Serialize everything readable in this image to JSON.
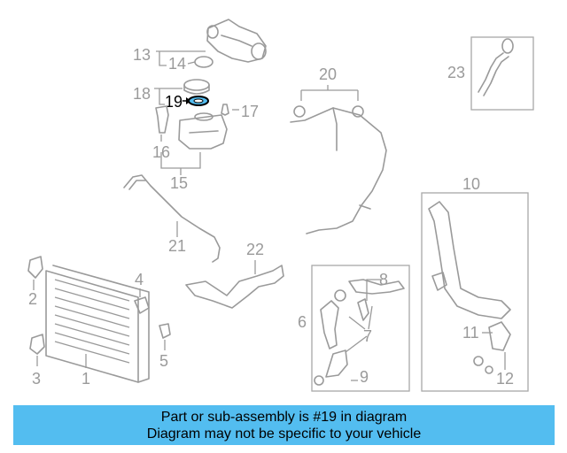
{
  "diagram": {
    "callouts": [
      "1",
      "2",
      "3",
      "4",
      "5",
      "6",
      "7",
      "8",
      "9",
      "10",
      "11",
      "12",
      "13",
      "14",
      "15",
      "16",
      "17",
      "18",
      "19",
      "20",
      "21",
      "22",
      "23"
    ],
    "highlighted_callout": "19",
    "highlight_color": "#53bdf0"
  },
  "banner": {
    "line1": "Part or sub-assembly is #19 in diagram",
    "line2": "Diagram may not be specific to your vehicle",
    "background": "#53bdf0"
  }
}
